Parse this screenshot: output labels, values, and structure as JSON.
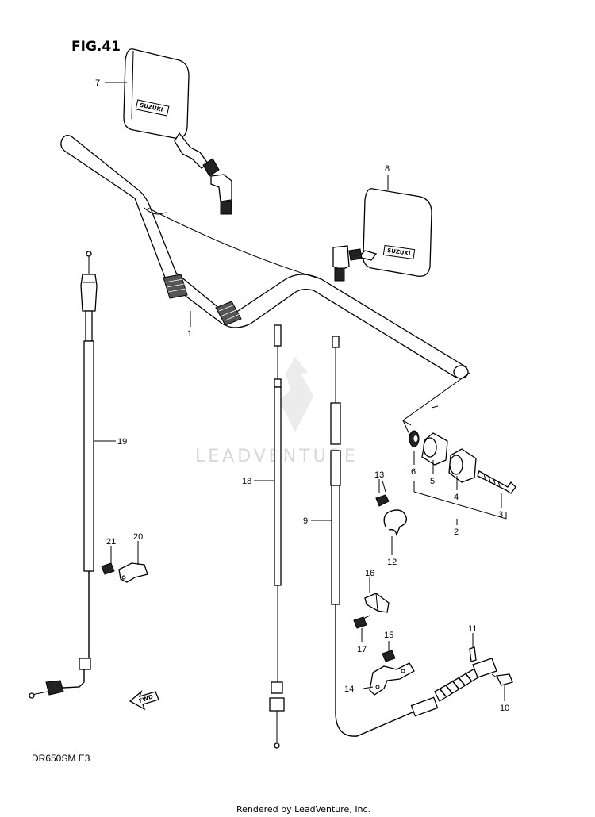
{
  "figure_title": "FIG.41",
  "model_label": "DR650SM  E3",
  "credit": "Rendered by LeadVenture, Inc.",
  "watermark": "LEADVENTURE",
  "arrow_label": "FWD",
  "mirror_text": "SUZUKI",
  "callouts": {
    "c1": "1",
    "c2": "2",
    "c3": "3",
    "c4": "4",
    "c5": "5",
    "c6": "6",
    "c7": "7",
    "c8": "8",
    "c9": "9",
    "c10": "10",
    "c11": "11",
    "c12": "12",
    "c13": "13",
    "c14": "14",
    "c15": "15",
    "c16": "16",
    "c17": "17",
    "c18": "18",
    "c19": "19",
    "c20": "20",
    "c21": "21"
  }
}
